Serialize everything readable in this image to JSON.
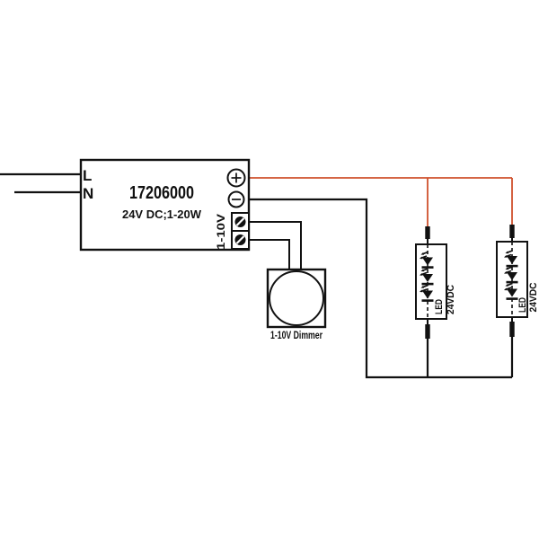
{
  "driver": {
    "terminal_l": "L",
    "terminal_n": "N",
    "model": "17206000",
    "rating": "24V DC;1-20W",
    "dim_terminal_label": "1-10V",
    "plus_icon": "+",
    "minus_icon": "−"
  },
  "dimmer": {
    "label": "1-10V Dimmer"
  },
  "leds": [
    {
      "label": "LED",
      "voltage": "24VDC"
    },
    {
      "label": "LED",
      "voltage": "24VDC"
    }
  ],
  "colors": {
    "live": "#111111",
    "neutral": "#5b61a9",
    "positive": "#cf512d",
    "negative": "#111111"
  }
}
